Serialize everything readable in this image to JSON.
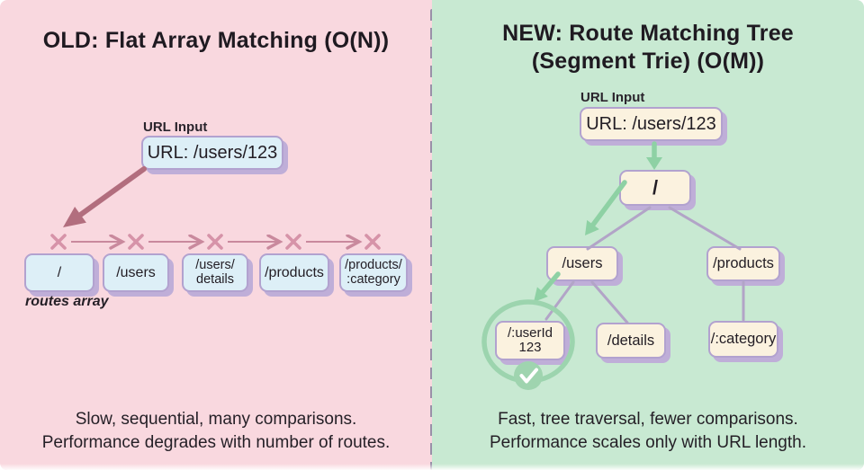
{
  "colors": {
    "left_bg": "#f9d8df",
    "right_bg": "#c8e9d2",
    "left_box_fill": "#ddeff7",
    "right_box_fill": "#fbf2df",
    "box_border": "#b2a2cf",
    "box_shadow": "#bfaed8",
    "scan_arrow": "#b26e7e",
    "x_mark": "#d693a8",
    "step_arrow": "#c9899d",
    "green_arrow": "#8ed1a4",
    "match_ring": "#9cd4ae",
    "tree_edge": "#b2a4c7",
    "divider": "#9a90a8",
    "text": "#221d24"
  },
  "left": {
    "title": "OLD: Flat Array Matching (O(N))",
    "url_input": {
      "label": "URL Input",
      "value": "URL: /users/123"
    },
    "routes_array_label": "routes array",
    "routes": [
      {
        "lines": [
          "/"
        ]
      },
      {
        "lines": [
          "/users"
        ]
      },
      {
        "lines": [
          "/users/",
          "details"
        ]
      },
      {
        "lines": [
          "/products"
        ]
      },
      {
        "lines": [
          "/products/",
          ":category"
        ]
      }
    ],
    "caption": {
      "line1": "Slow, sequential, many comparisons.",
      "line2": "Performance degrades with number of routes."
    }
  },
  "right": {
    "title": {
      "line1": "NEW: Route Matching Tree",
      "line2": "(Segment Trie) (O(M))"
    },
    "url_input": {
      "label": "URL Input",
      "value": "URL: /users/123"
    },
    "tree": {
      "root": "/",
      "users": "/users",
      "products": "/products",
      "user_id": {
        "lines": [
          "/:userId",
          "123"
        ]
      },
      "details": "/details",
      "category": "/:category"
    },
    "caption": {
      "line1": "Fast, tree traversal, fewer comparisons.",
      "line2": "Performance scales only with URL length."
    }
  }
}
